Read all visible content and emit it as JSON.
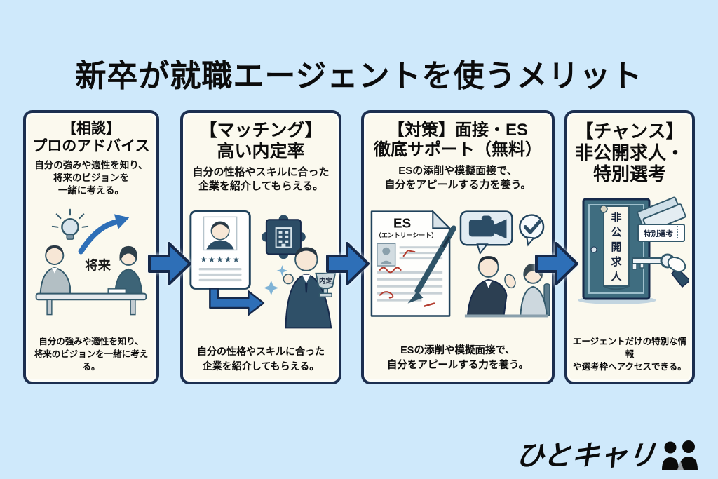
{
  "page": {
    "title": "新卒が就職エージェントを使うメリット",
    "background_color": "#cfe9fb",
    "card_background": "#fbf9ee",
    "border_color": "#1c2f50",
    "arrow_color": "#2e6fb7"
  },
  "cards": [
    {
      "id": "consultation",
      "header": "【相談】\nプロのアドバイス",
      "subtitle": "自分の強みや適性を知り、\n将来のビジョンを\n一緒に考える。",
      "caption": "自分の強みや適性を知り、\n将来のビジョンを一緒に考える。",
      "illustration": {
        "name": "career-consultation-illustration",
        "icons": [
          "lightbulb-icon",
          "growth-arrow-icon",
          "advisor-person",
          "student-person",
          "table"
        ],
        "label": "将来"
      }
    },
    {
      "id": "matching",
      "header": "【マッチング】\n高い内定率",
      "subtitle": "自分の性格やスキルに合った\n企業を紹介してもらえる。",
      "caption": "自分の性格やスキルに合った\n企業を紹介してもらえる。",
      "illustration": {
        "name": "company-matching-illustration",
        "icons": [
          "profile-card-icon",
          "star-rating",
          "puzzle-piece-icon",
          "building-icon",
          "flow-arrow-icon",
          "sparkle-icon",
          "trophy-icon",
          "graduate-person"
        ],
        "stars": "★★★★★",
        "trophy_label": "内定"
      }
    },
    {
      "id": "support",
      "header": "【対策】面接・ES\n徹底サポート（無料）",
      "subtitle": "ESの添削や模擬面接で、\n自分をアピールする力を養う。",
      "caption": "ESの添削や模擬面接で、\n自分をアピールする力を養う。",
      "illustration": {
        "name": "es-correction-mock-interview-illustration",
        "icons": [
          "document-icon",
          "red-correction-marks",
          "pen-icon",
          "video-camera-icon",
          "checkmark-icon",
          "interviewer-person",
          "interviewee-person"
        ],
        "doc_title": "ES",
        "doc_subtitle": "（エントリーシート）"
      }
    },
    {
      "id": "chance",
      "header": "【チャンス】\n非公開求人・\n特別選考",
      "caption": "エージェントだけの特別な情報\nや選考枠へアクセスできる。",
      "illustration": {
        "name": "hidden-jobs-illustration",
        "icons": [
          "door-icon",
          "scroll-banner",
          "key-icon",
          "hand-icon",
          "tickets-icon"
        ],
        "door_label": "非公開求人",
        "door_label_chars": [
          "非",
          "公",
          "開",
          "求",
          "人"
        ],
        "ticket_label": "特別選考"
      }
    }
  ],
  "flow": {
    "arrow_icon": "right-block-arrow"
  },
  "footer": {
    "logo_text": "ひとキャリ",
    "logo_icon": "two-people-icon"
  }
}
